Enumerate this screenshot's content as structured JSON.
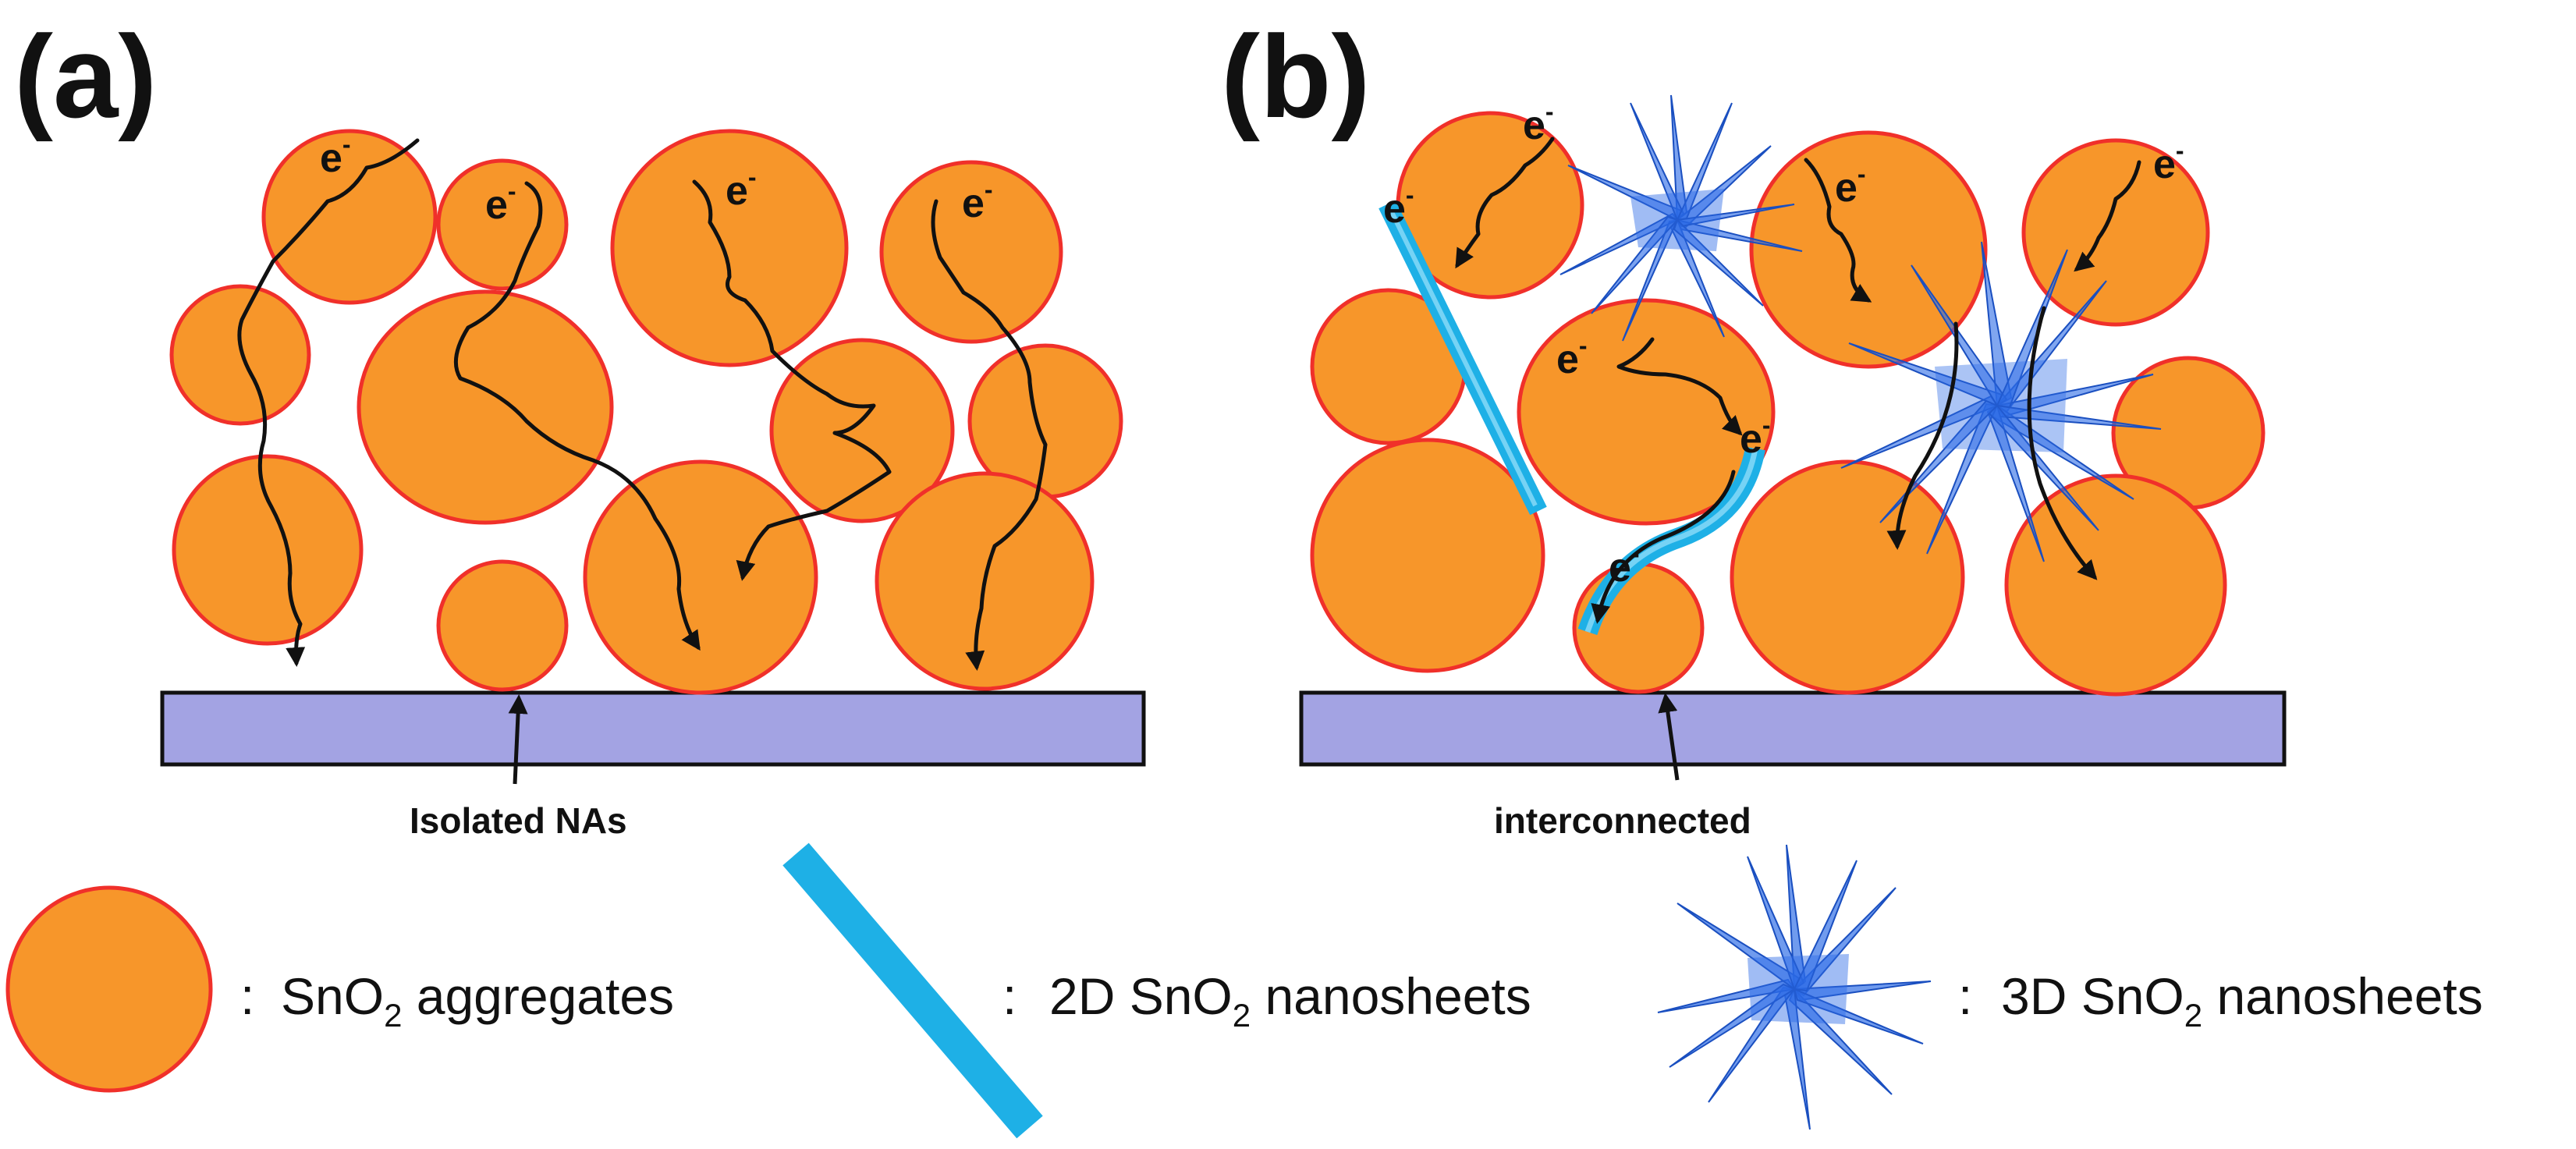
{
  "colors": {
    "aggregate_fill": "#f7962a",
    "aggregate_stroke": "#f0302a",
    "substrate_fill": "#a3a3e3",
    "nanosheet_2d": "#1eb0e6",
    "nanosheet_3d": "#2c6be6"
  },
  "panel_a": {
    "label": "(a)",
    "electron": "e",
    "electron_sup": "-",
    "annotation": "Isolated NAs"
  },
  "panel_b": {
    "label": "(b)",
    "electron": "e",
    "electron_sup": "-",
    "annotation": "interconnected"
  },
  "legend": {
    "separator": ":",
    "aggregates": {
      "pre": "SnO",
      "sub": "2",
      "post": " aggregates",
      "icon": "orange-circle-icon"
    },
    "sheets_2d": {
      "pre": "2D  SnO",
      "sub": "2",
      "post": " nanosheets",
      "icon": "blue-bar-icon"
    },
    "sheets_3d": {
      "pre": "3D  SnO",
      "sub": "2",
      "post": " nanosheets",
      "icon": "blue-star-icon"
    }
  }
}
